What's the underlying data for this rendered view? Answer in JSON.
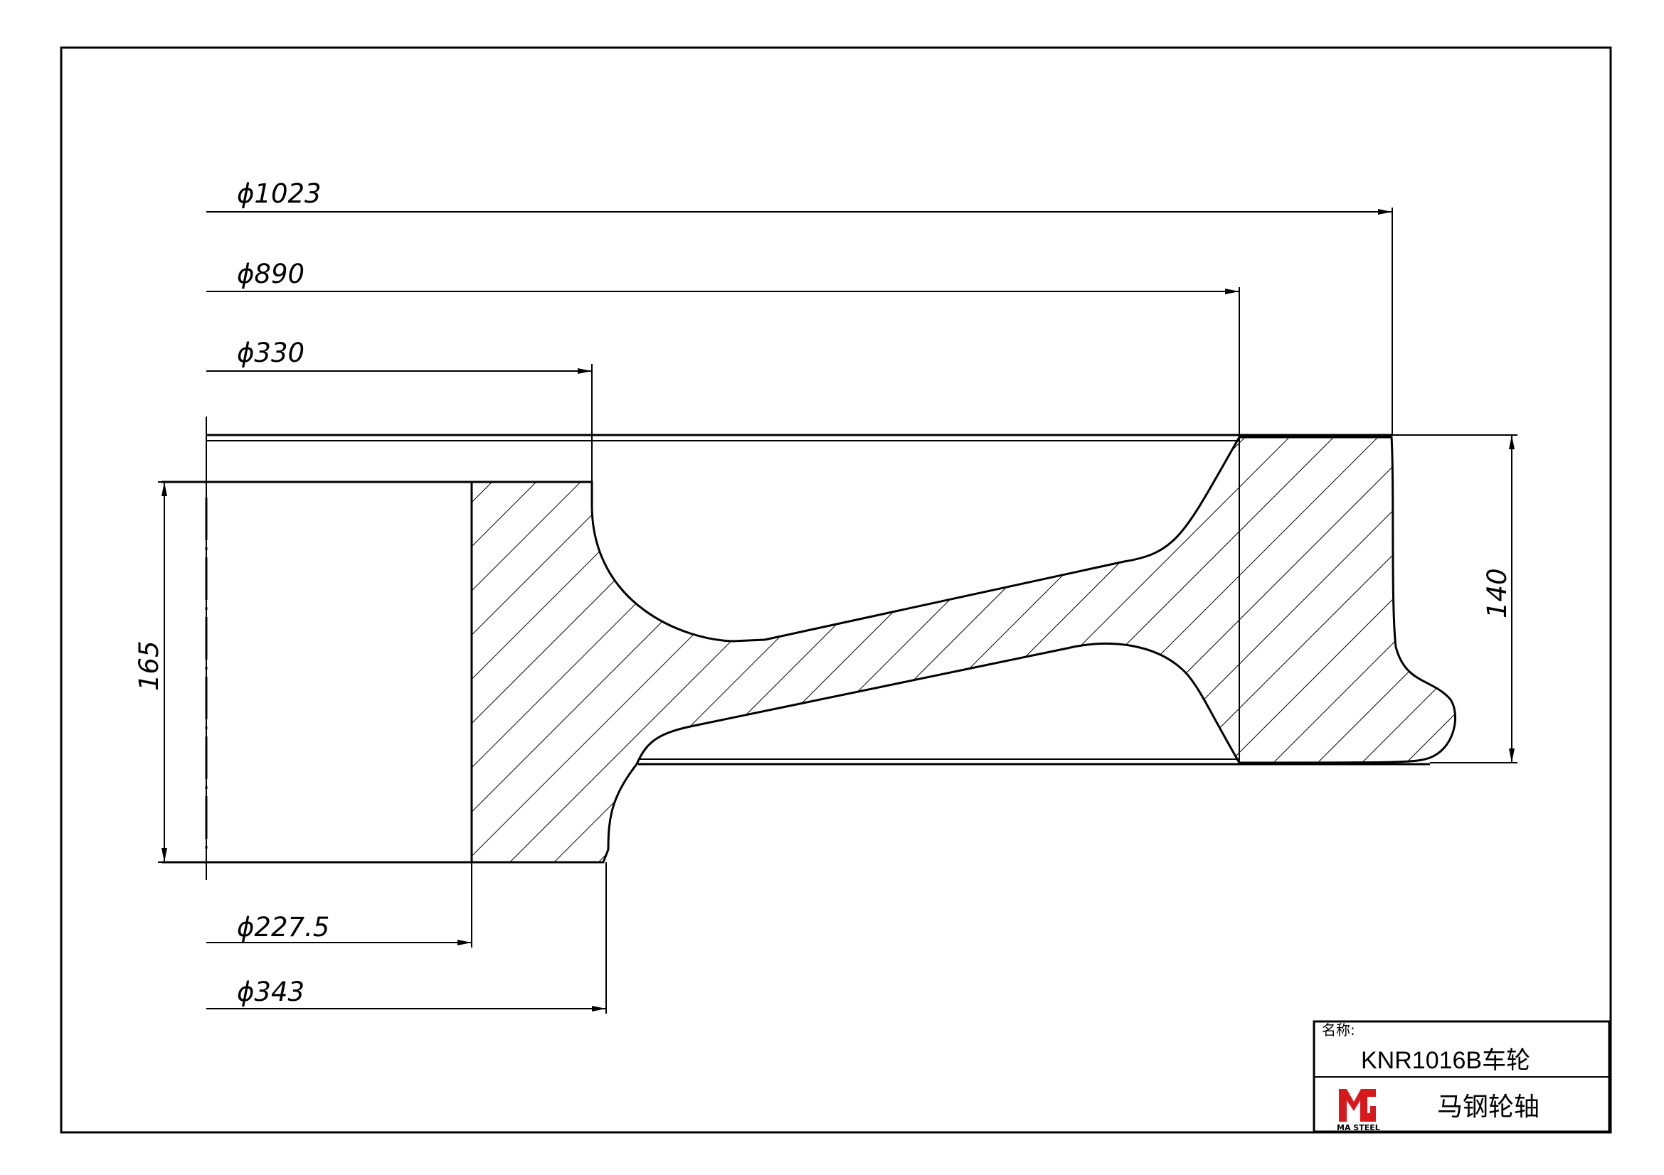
{
  "dimensions": {
    "d1023": "ϕ1023",
    "d890": "ϕ890",
    "d330": "ϕ330",
    "d227": "ϕ227.5",
    "d343": "ϕ343",
    "h165": "165",
    "h140": "140"
  },
  "title_block": {
    "name_label": "名称:",
    "name_value": "KNR1016B车轮",
    "company": "马钢轮轴",
    "logo_text": "MA STEEL",
    "logo_color": "#d7191c"
  }
}
